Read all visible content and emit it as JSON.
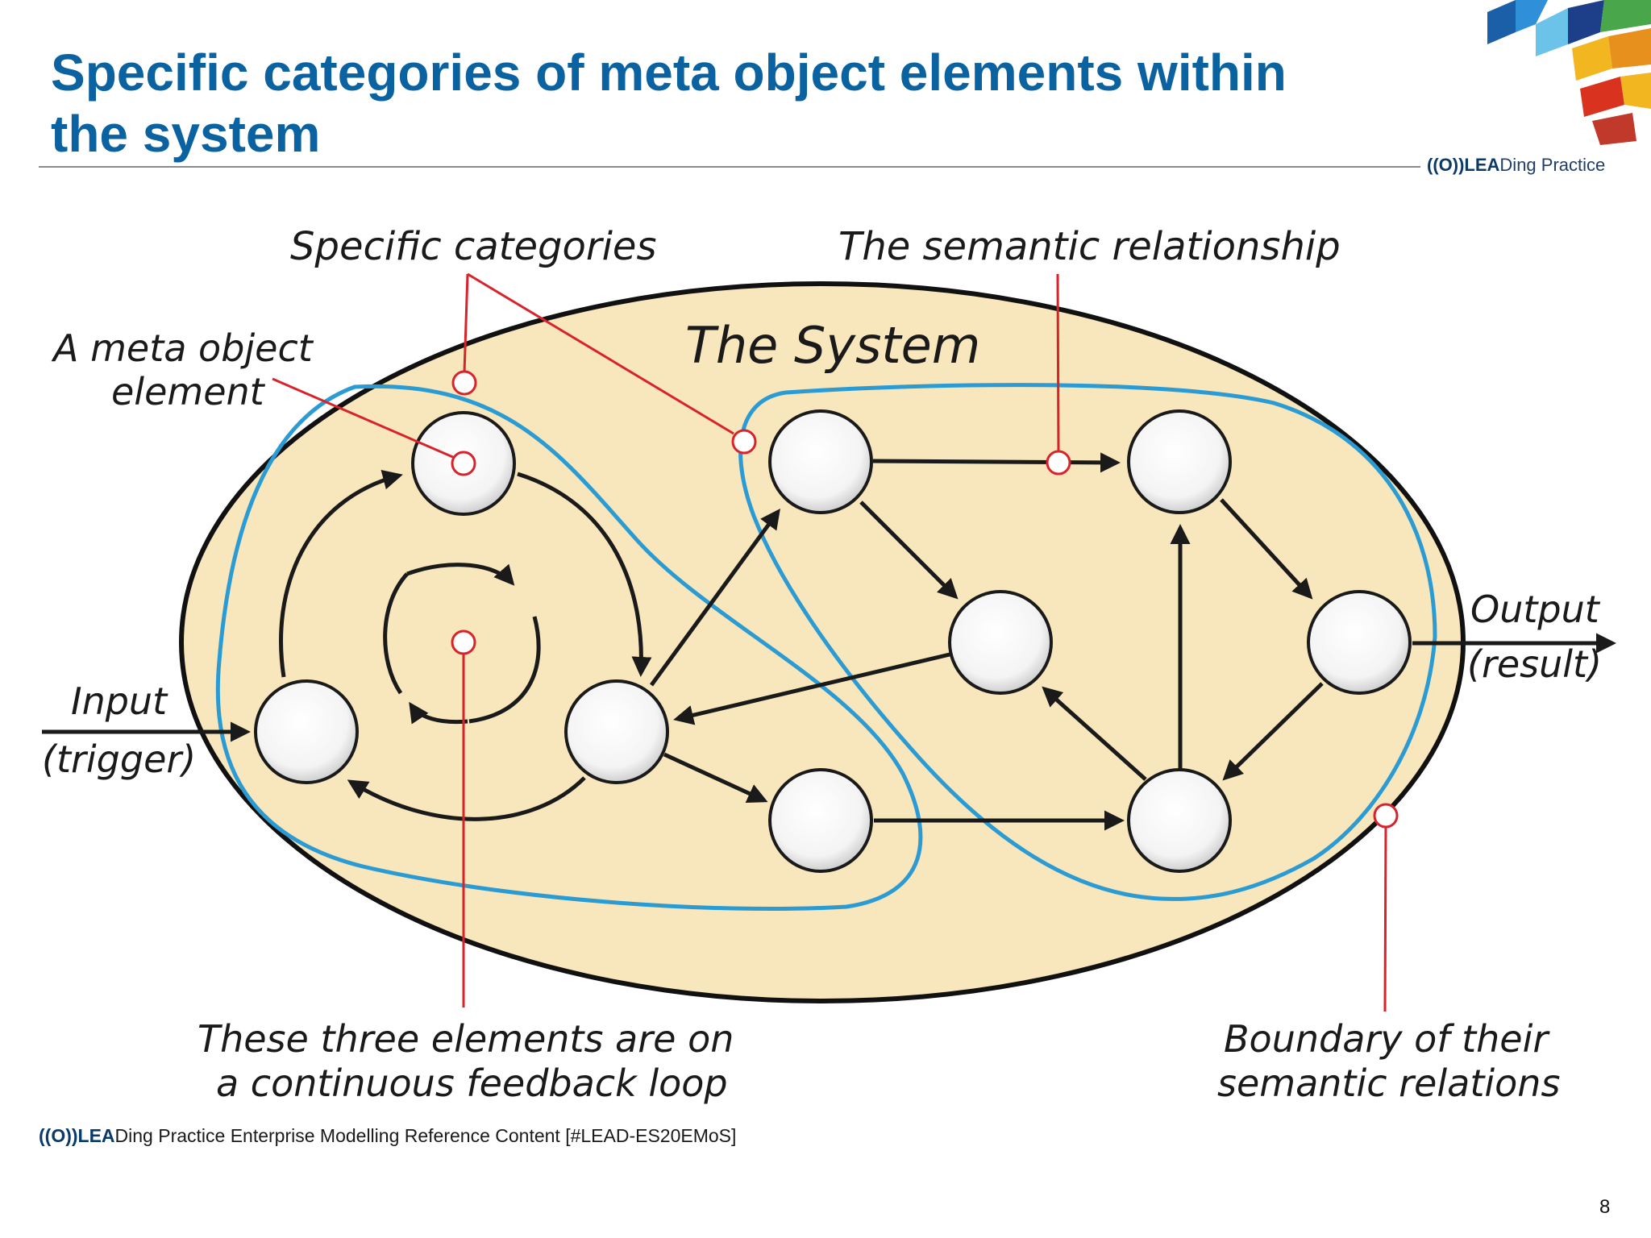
{
  "slide": {
    "title_line1": "Specific categories of meta object elements within",
    "title_line2": "the system",
    "brand_mark": "((O))LEA",
    "brand_text": "Ding Practice",
    "footer_mark": "((O))LEA",
    "footer_text": "Ding Practice Enterprise Modelling Reference Content [#LEAD-ES20EMoS]",
    "page_number": "8"
  },
  "diagram": {
    "system_label": "The System",
    "labels": {
      "specific_categories": "Specific categories",
      "semantic_relationship": "The semantic relationship",
      "meta_object_line1": "A meta object",
      "meta_object_line2": "element",
      "input_line1": "Input",
      "input_line2": "(trigger)",
      "output_line1": "Output",
      "output_line2": "(result)",
      "feedback_line1": "These three elements are on",
      "feedback_line2": "a continuous feedback loop",
      "boundary_line1": "Boundary of their",
      "boundary_line2": "semantic relations"
    },
    "colors": {
      "title": "#0a62a0",
      "system_fill": "#f8e6bd",
      "boundary_line": "#2b9bd3",
      "callout": "#d8232a",
      "arrow": "#1a1a1a"
    },
    "icons": [
      "logo-mosaic-icon",
      "input-arrow-icon",
      "output-arrow-icon"
    ]
  }
}
